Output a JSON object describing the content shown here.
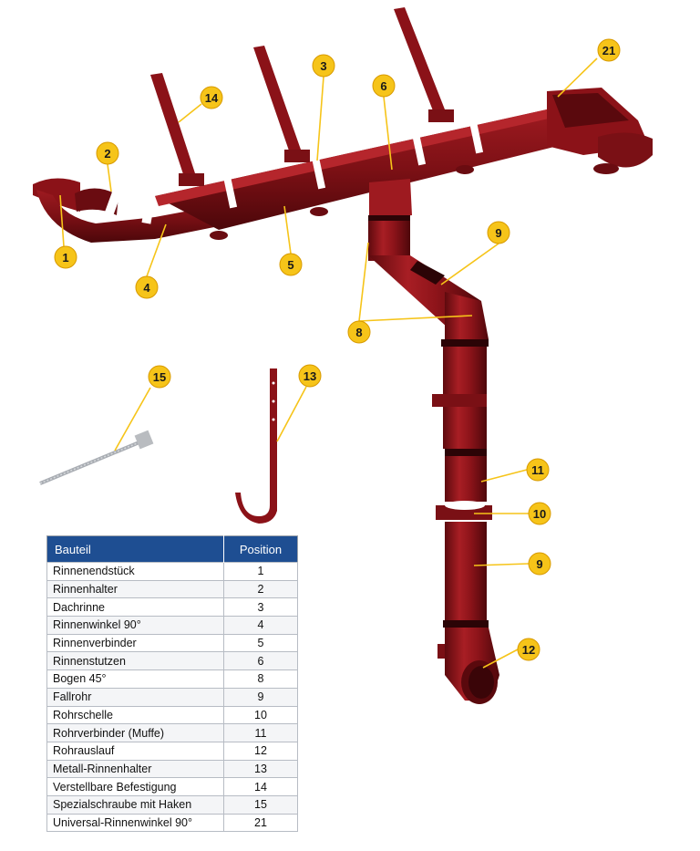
{
  "table": {
    "header_part": "Bauteil",
    "header_position": "Position",
    "rows": [
      {
        "part": "Rinnenendstück",
        "position": "1"
      },
      {
        "part": "Rinnenhalter",
        "position": "2"
      },
      {
        "part": "Dachrinne",
        "position": "3"
      },
      {
        "part": "Rinnenwinkel 90°",
        "position": "4"
      },
      {
        "part": "Rinnenverbinder",
        "position": "5"
      },
      {
        "part": "Rinnenstutzen",
        "position": "6"
      },
      {
        "part": "Bogen 45°",
        "position": "8"
      },
      {
        "part": "Fallrohr",
        "position": "9"
      },
      {
        "part": "Rohrschelle",
        "position": "10"
      },
      {
        "part": "Rohrverbinder (Muffe)",
        "position": "11"
      },
      {
        "part": "Rohrauslauf",
        "position": "12"
      },
      {
        "part": "Metall-Rinnenhalter",
        "position": "13"
      },
      {
        "part": "Verstellbare Befestigung",
        "position": "14"
      },
      {
        "part": "Spezialschraube mit Haken",
        "position": "15"
      },
      {
        "part": "Universal-Rinnenwinkel 90°",
        "position": "21"
      }
    ]
  },
  "markers": {
    "m1": "1",
    "m2": "2",
    "m3": "3",
    "m4": "4",
    "m5": "5",
    "m6": "6",
    "m8": "8",
    "m9a": "9",
    "m9b": "9",
    "m10": "10",
    "m11": "11",
    "m12": "12",
    "m13": "13",
    "m14": "14",
    "m15": "15",
    "m21": "21"
  },
  "colors": {
    "product_red": "#8b1218",
    "marker_yellow": "#f6c419",
    "table_header_blue": "#1e4e92"
  }
}
